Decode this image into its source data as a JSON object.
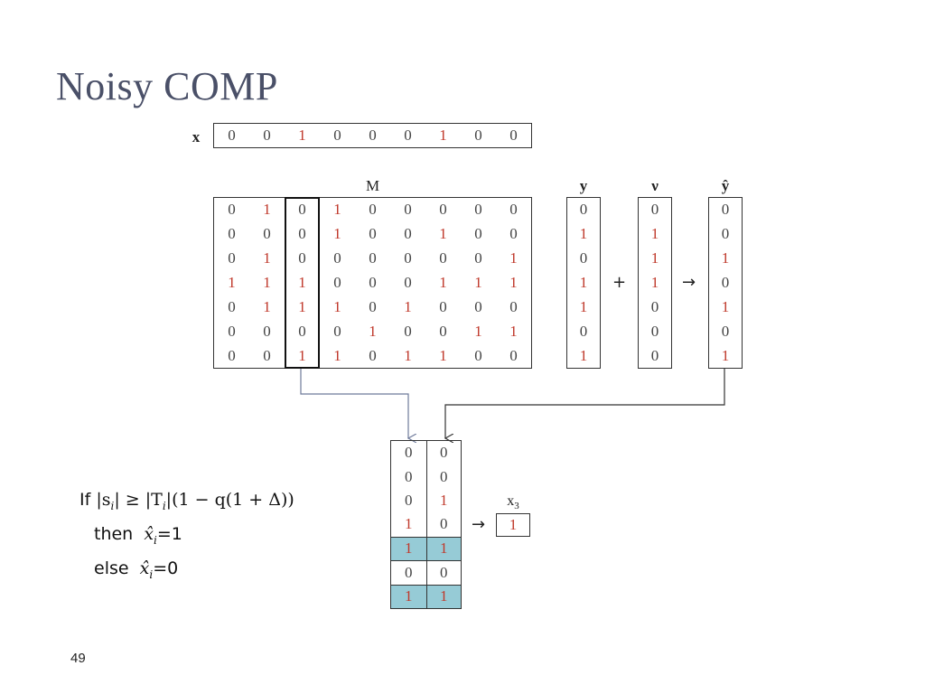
{
  "slide": {
    "title": "Noisy COMP",
    "page_number": "49"
  },
  "x": {
    "label": "x",
    "values": [
      "0",
      "0",
      "1",
      "0",
      "0",
      "0",
      "1",
      "0",
      "0"
    ]
  },
  "M": {
    "label": "M",
    "rows": [
      [
        "0",
        "1",
        "0",
        "1",
        "0",
        "0",
        "0",
        "0",
        "0"
      ],
      [
        "0",
        "0",
        "0",
        "1",
        "0",
        "0",
        "1",
        "0",
        "0"
      ],
      [
        "0",
        "1",
        "0",
        "0",
        "0",
        "0",
        "0",
        "0",
        "1"
      ],
      [
        "1",
        "1",
        "1",
        "0",
        "0",
        "0",
        "1",
        "1",
        "1"
      ],
      [
        "0",
        "1",
        "1",
        "1",
        "0",
        "1",
        "0",
        "0",
        "0"
      ],
      [
        "0",
        "0",
        "0",
        "0",
        "1",
        "0",
        "0",
        "1",
        "1"
      ],
      [
        "0",
        "0",
        "1",
        "1",
        "0",
        "1",
        "1",
        "0",
        "0"
      ]
    ]
  },
  "y": {
    "label": "y",
    "values": [
      "0",
      "1",
      "0",
      "1",
      "1",
      "0",
      "1"
    ]
  },
  "nu": {
    "label": "ν",
    "values": [
      "0",
      "1",
      "1",
      "1",
      "0",
      "0",
      "0"
    ]
  },
  "yhat": {
    "label": "ŷ",
    "values": [
      "0",
      "0",
      "1",
      "0",
      "1",
      "0",
      "1"
    ]
  },
  "operators": {
    "plus": "+",
    "arrow": "→"
  },
  "compare": {
    "col_a": [
      "0",
      "0",
      "0",
      "1",
      "1",
      "0",
      "1"
    ],
    "col_b": [
      "0",
      "0",
      "1",
      "0",
      "1",
      "0",
      "1"
    ],
    "highlight_rows": [
      4,
      6
    ],
    "arrow": "→"
  },
  "x3": {
    "label": "x",
    "subscript": "3",
    "value": "1"
  },
  "rule": {
    "if_word": "If",
    "condition": "|s",
    "cond_sub": "i",
    "cond_mid": "| ≥ |T",
    "cond_sub2": "i",
    "cond_tail": "|(1 − q(1 + Δ))",
    "then_word": "then",
    "then_var": "x̂",
    "then_sub": "i",
    "then_val": "=1",
    "else_word": "else",
    "else_var": "x̂",
    "else_sub": "i",
    "else_val": "=0"
  },
  "colors": {
    "one": "#c0392b",
    "highlight": "#96cbd6",
    "title": "#4a5068"
  }
}
